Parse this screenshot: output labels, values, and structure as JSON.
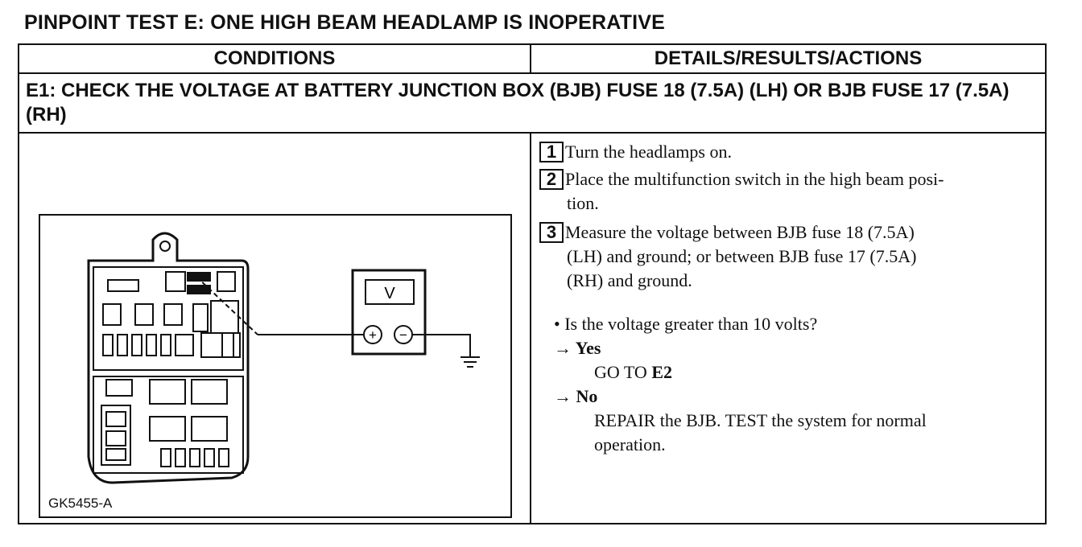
{
  "page_title": "PINPOINT TEST E: ONE HIGH BEAM HEADLAMP IS INOPERATIVE",
  "headers": {
    "conditions": "CONDITIONS",
    "details": "DETAILS/RESULTS/ACTIONS"
  },
  "step_title": "E1: CHECK THE VOLTAGE AT BATTERY JUNCTION BOX (BJB) FUSE 18 (7.5A) (LH) OR BJB FUSE 17 (7.5A) (RH)",
  "steps": [
    {
      "num": "1",
      "text": "Turn the headlamps on."
    },
    {
      "num": "2",
      "text": "Place the multifunction switch in the high beam posi-",
      "cont": "tion."
    },
    {
      "num": "3",
      "text": "Measure the voltage between BJB fuse 18 (7.5A)",
      "cont1": "(LH) and ground; or between BJB fuse 17 (7.5A)",
      "cont2": "(RH) and ground."
    }
  ],
  "question": "• Is the voltage greater than 10 volts?",
  "yes": {
    "label": "→ Yes",
    "action_prefix": "GO TO ",
    "action_target": "E2"
  },
  "no": {
    "label": "→ No",
    "action_line1": "REPAIR the BJB. TEST the system for normal",
    "action_line2": "operation."
  },
  "figure": {
    "id": "GK5455-A",
    "meter_label": "V",
    "plus": "+",
    "minus": "−"
  }
}
